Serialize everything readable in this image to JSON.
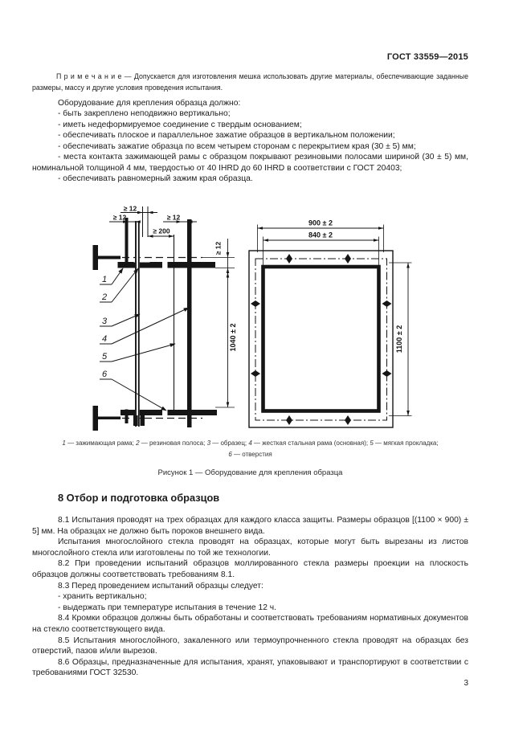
{
  "page": {
    "header": "ГОСТ 33559—2015",
    "number": "3"
  },
  "note": {
    "text": "П р и м е ч а н и е — Допускается для изготовления мешка использовать другие материалы, обеспечивающие заданные размеры, массу и другие условия проведения испытания."
  },
  "equipment": {
    "intro": "Оборудование для крепления образца должно:",
    "items": [
      "- быть закреплено неподвижно вертикально;",
      "- иметь недеформируемое соединение с твердым основанием;",
      "- обеспечивать плоское и параллельное зажатие образцов в вертикальном положении;",
      "- обеспечивать зажатие образца по всем четырем сторонам с перекрытием края (30 ± 5) мм;",
      "- места контакта зажимающей рамы с образцом покрывают резиновыми полосами шириной (30 ± 5) мм, номинальной толщиной 4 мм, твердостью от 40 IHRD до 60 IHRD в соответствии с ГОСТ 20403;",
      "- обеспечивать равномерный зажим края образца."
    ]
  },
  "figure": {
    "dims": {
      "ge12": "≥ 12",
      "ge200": "≥ 200",
      "v1040": "1040 ± 2",
      "w900": "900 ± 2",
      "w840": "840 ± 2",
      "v1100": "1100 ± 2"
    },
    "callouts": [
      "1",
      "2",
      "3",
      "4",
      "5",
      "6"
    ],
    "legend": [
      {
        "n": "1",
        "t": " — зажимающая рама; "
      },
      {
        "n": "2",
        "t": " — резиновая полоса; "
      },
      {
        "n": "3",
        "t": " — образец; "
      },
      {
        "n": "4",
        "t": " — жесткая стальная рама (основная); "
      },
      {
        "n": "5",
        "t": " — мягкая прокладка;"
      },
      {
        "n": "6",
        "t": " — отверстия"
      }
    ],
    "caption": "Рисунок 1 — Оборудование для крепления образца"
  },
  "section8": {
    "title": "8  Отбор и подготовка образцов",
    "p81": "8.1 Испытания проводят на трех образцах для каждого класса защиты. Размеры образцов [(1100 × 900) ± 5] мм. На образцах не должно быть пороков внешнего вида.",
    "p81b": "Испытания многослойного стекла проводят на образцах, которые могут быть вырезаны из листов многослойного стекла или изготовлены по той же технологии.",
    "p82": "8.2 При проведении испытаний образцов моллированного стекла размеры проекции на плоскость образцов должны соответствовать требованиям 8.1.",
    "p83": "8.3 Перед проведением испытаний образцы следует:",
    "p83i": [
      "- хранить вертикально;",
      "- выдержать при температуре испытания в течение 12 ч."
    ],
    "p84": "8.4 Кромки образцов должны быть обработаны и соответствовать требованиям нормативных документов на стекло соответствующего вида.",
    "p85": "8.5 Испытания многослойного, закаленного или термоупрочненного стекла проводят на образцах без отверстий, пазов и/или вырезов.",
    "p86": "8.6 Образцы, предназначенные для испытания, хранят, упаковывают и транспортируют в соответствии с требованиями ГОСТ 32530."
  }
}
